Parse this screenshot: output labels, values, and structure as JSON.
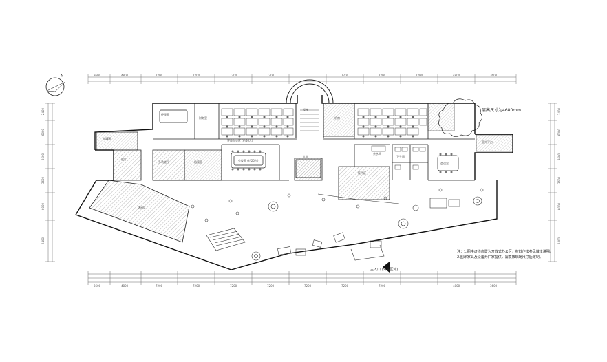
{
  "drawing": {
    "cloud_note": "层高尺寸为4680mm",
    "general_notes": [
      "注：1.图中虚线位置为开放式办公区，材料作法参见做法说明。",
      "2.图示家具及设备为厂家提供，需复核现场尺寸后定制。"
    ],
    "bottom_label": "主入口 (公共区域)",
    "rooms": {
      "open_office_label": "开放办公区 (约46人)",
      "meeting_room_large": "会议室 (约20人)",
      "meeting_room_small": "会议室",
      "reception": "接待区",
      "stair": "楼梯",
      "lobby": "大堂",
      "lounge": "休闲区",
      "exhibition": "展厅",
      "pantry": "茶水间",
      "restroom": "卫生间",
      "storage": "储藏室",
      "manager_office": "经理室",
      "finance": "财务室",
      "archive": "档案室",
      "server": "机房",
      "multi_function": "多功能厅",
      "outdoor_terrace": "室外平台"
    },
    "dimensions": {
      "top_row": [
        "3600",
        "4800",
        "7200",
        "7200",
        "7200",
        "7200",
        "7200",
        "7200",
        "7200",
        "4800",
        "3600"
      ],
      "bottom_row": [
        "3600",
        "4800",
        "7200",
        "7200",
        "7200",
        "7200",
        "7200",
        "7200",
        "7200",
        "4800",
        "3600"
      ],
      "left_col": [
        "2400",
        "6000",
        "3600",
        "3600",
        "6000",
        "2400"
      ],
      "right_col": [
        "2400",
        "6000",
        "3600",
        "3600",
        "6000",
        "2400"
      ]
    },
    "north_label": "N"
  }
}
